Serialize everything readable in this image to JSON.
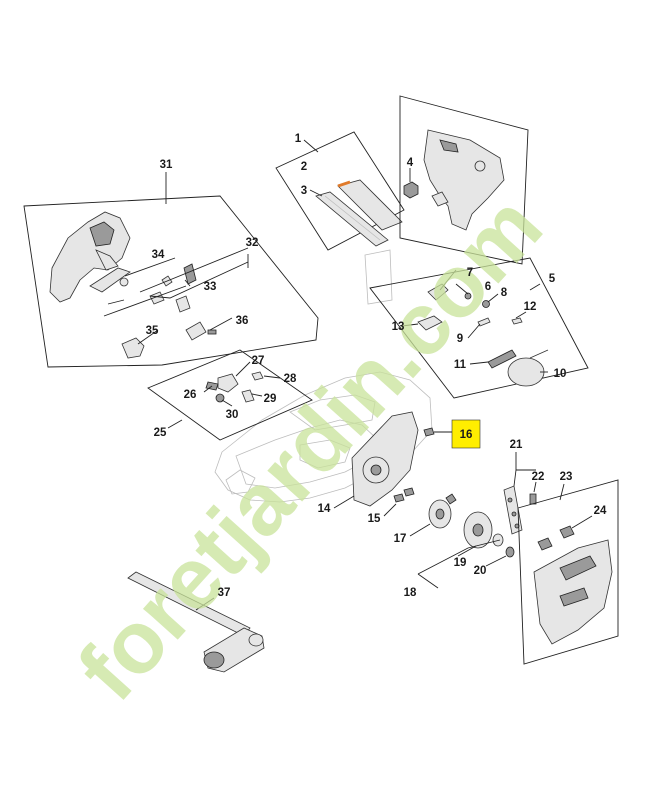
{
  "labels": {
    "p1": "1",
    "p2": "2",
    "p3": "3",
    "p4": "4",
    "p5": "5",
    "p6": "6",
    "p7": "7",
    "p8": "8",
    "p9": "9",
    "p10": "10",
    "p11": "11",
    "p12": "12",
    "p13": "13",
    "p14": "14",
    "p15": "15",
    "p16": "16",
    "p17": "17",
    "p18": "18",
    "p19": "19",
    "p20": "20",
    "p21": "21",
    "p22": "22",
    "p23": "23",
    "p24": "24",
    "p25": "25",
    "p26": "26",
    "p27": "27",
    "p28": "28",
    "p29": "29",
    "p30": "30",
    "p31": "31",
    "p32": "32",
    "p33": "33",
    "p34": "34",
    "p35": "35",
    "p36": "36",
    "p37": "37"
  },
  "highlight": {
    "part": "16",
    "color": "#ffee00"
  },
  "watermark": {
    "text": "foretjardin.com",
    "color": "#c9e39a"
  }
}
